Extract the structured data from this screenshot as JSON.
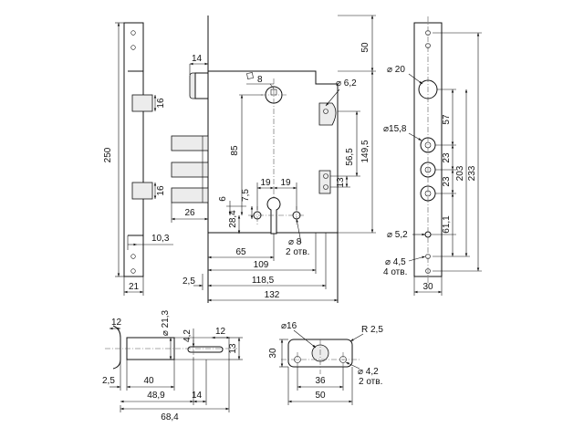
{
  "colors": {
    "line": "#111111",
    "background": "#ffffff",
    "accent_fill": "#ececec"
  },
  "labels": {
    "side_height": "250",
    "side_width": "21",
    "side_offset": "10,3",
    "side_16a": "16",
    "side_16b": "16",
    "top_50": "50",
    "bolt_14": "14",
    "sq8": "8",
    "d62": "⌀ 6,2",
    "d85": "85",
    "d565": "56,5",
    "d1495": "149,5",
    "d19a": "19",
    "d19b": "19",
    "d6": "6",
    "d75": "7,5",
    "d284": "28,4",
    "d13": "13",
    "d26": "26",
    "hole8": "⌀ 8",
    "hole8_count": "2 отв.",
    "d65": "65",
    "d109": "109",
    "d1185": "118,5",
    "d132": "132",
    "d25": "2,5",
    "plate_d20": "⌀ 20",
    "plate_d158": "⌀15,8",
    "plate_d52": "⌀ 5,2",
    "plate_d45": "⌀ 4,5",
    "plate_d45_count": "4 отв.",
    "plate_57": "57",
    "plate_23a": "23",
    "plate_23b": "23",
    "plate_203": "203",
    "plate_233": "233",
    "plate_611": "61,1",
    "plate_30": "30",
    "latch_12": "12",
    "latch_d213": "⌀ 21,3",
    "latch_42": "4,2",
    "latch_12b": "12",
    "latch_13": "13",
    "latch_25": "2,5",
    "latch_40": "40",
    "latch_489": "48,9",
    "latch_14": "14",
    "latch_684": "68,4",
    "cyl_d16": "⌀16",
    "cyl_r25": "R 2,5",
    "cyl_30": "30",
    "cyl_36": "36",
    "cyl_50": "50",
    "cyl_d42": "⌀ 4,2",
    "cyl_d42_count": "2 отв."
  }
}
